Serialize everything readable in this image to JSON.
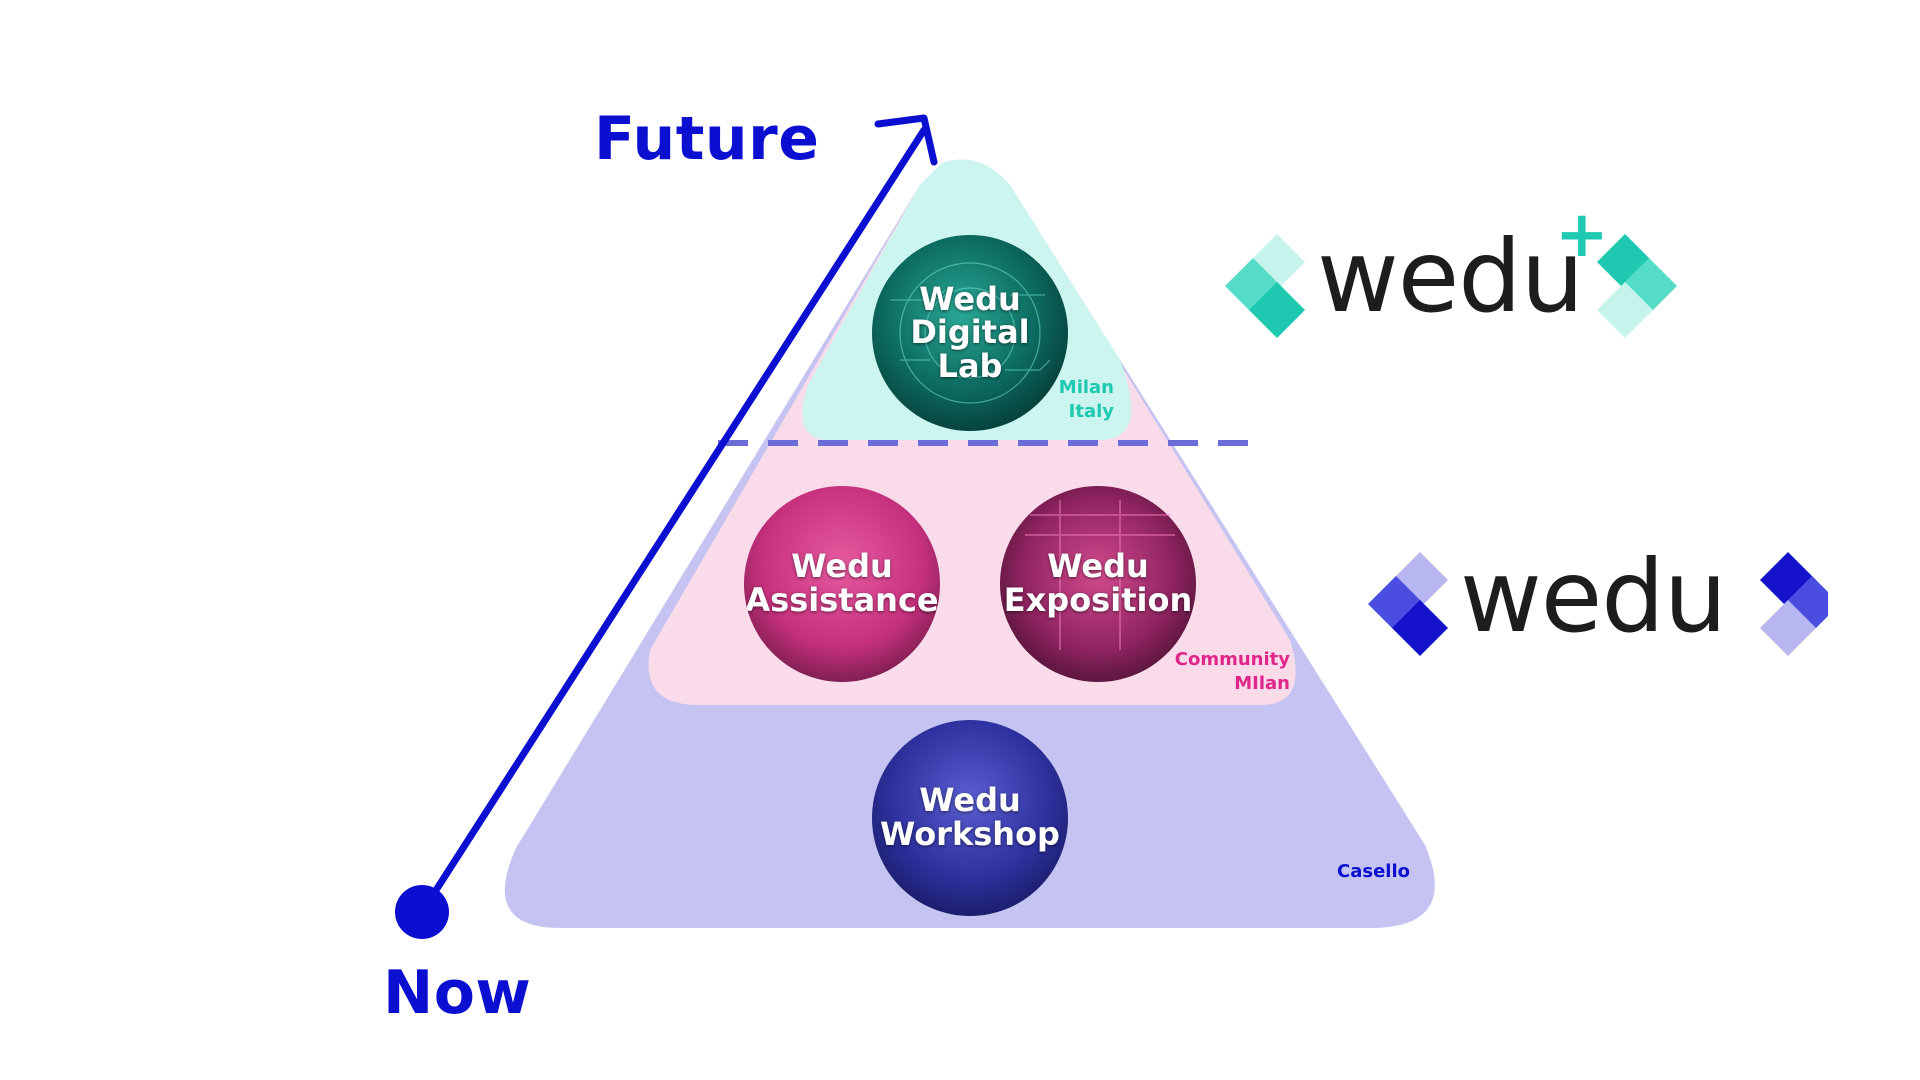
{
  "axis": {
    "top_label": "Future",
    "bottom_label": "Now"
  },
  "tiers": {
    "top": {
      "circle_title": [
        "Wedu",
        "Digital",
        "Lab"
      ],
      "location": [
        "Milan",
        "Italy"
      ]
    },
    "middle": {
      "left_circle_title": [
        "Wedu",
        "Assistance"
      ],
      "right_circle_title": [
        "Wedu",
        "Exposition"
      ],
      "location": [
        "Community",
        "MIlan"
      ]
    },
    "bottom": {
      "circle_title": [
        "Wedu",
        "Workshop"
      ],
      "location": [
        "Casello"
      ]
    }
  },
  "logos": {
    "top": {
      "text": "wedu",
      "superscript": "+"
    },
    "bottom": {
      "text": "wedu"
    }
  },
  "colors": {
    "axis_blue": "#0b0fd0",
    "tier_top": "#cdf5ef",
    "tier_middle": "#fadbe9",
    "tier_bottom": "#c4c3f1",
    "teal": "#1fc8b0",
    "pink": "#e0268b",
    "purple_dark": "#2a2fa6"
  }
}
